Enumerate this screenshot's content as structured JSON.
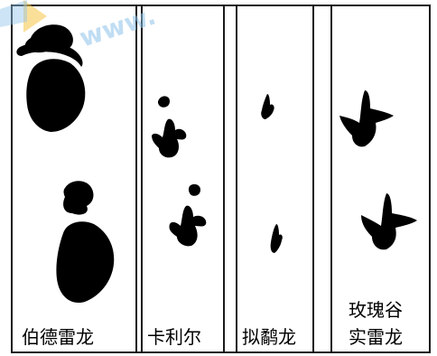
{
  "figure": {
    "columns": [
      {
        "label": "伯德雷龙"
      },
      {
        "label": "卡利尔"
      },
      {
        "label": "拟鹬龙"
      },
      {
        "label_line1": "玫瑰谷",
        "label_line2": "实雷龙"
      }
    ],
    "watermark_text": "www."
  },
  "colors": {
    "ink": "#000000",
    "frame": "#1a1a1a",
    "background": "#ffffff",
    "watermark": "#8ec3ea"
  }
}
